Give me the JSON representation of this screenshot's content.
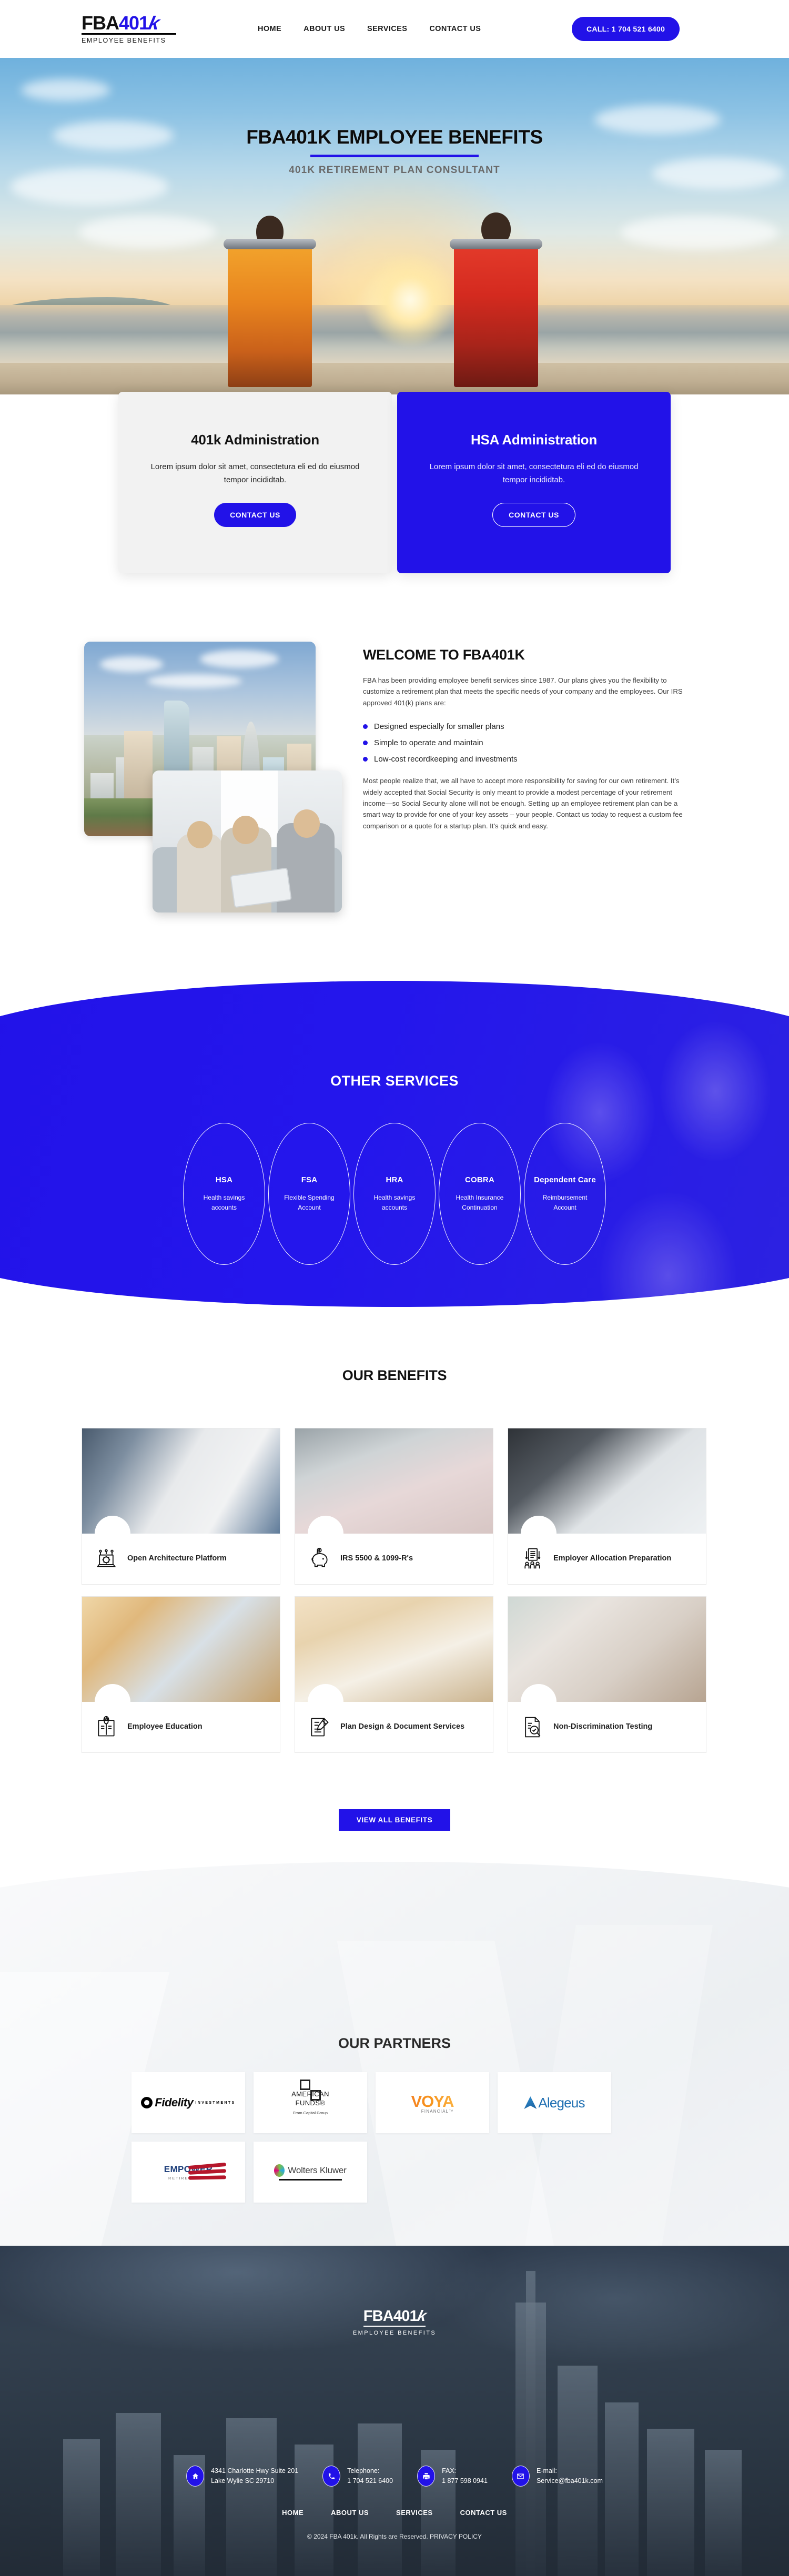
{
  "header": {
    "logo": {
      "fba": "FBA",
      "four01": "401",
      "k": "k",
      "subtitle": "EMPLOYEE BENEFITS"
    },
    "nav": [
      "HOME",
      "ABOUT US",
      "SERVICES",
      "CONTACT US"
    ],
    "call_button": "CALL: 1 704 521 6400"
  },
  "hero": {
    "title": "FBA401K EMPLOYEE BENEFITS",
    "subtitle": "401K RETIREMENT PLAN CONSULTANT"
  },
  "promos": [
    {
      "title": "401k Administration",
      "body": "Lorem ipsum dolor sit amet, consectetura eli ed do eiusmod tempor incididtab.",
      "button": "CONTACT US",
      "style": "light"
    },
    {
      "title": "HSA Administration",
      "body": "Lorem ipsum dolor sit amet, consectetura eli ed do eiusmod tempor incididtab.",
      "button": "CONTACT US",
      "style": "blue"
    }
  ],
  "welcome": {
    "heading": "WELCOME TO FBA401K",
    "paragraph1": "FBA has been providing employee benefit services since 1987. Our plans gives you the flexibility to customize a retirement plan that meets the specific needs of your company and the employees. Our IRS approved 401(k) plans are:",
    "bullets": [
      "Designed especially for smaller plans",
      "Simple to operate and maintain",
      "Low-cost recordkeeping and investments"
    ],
    "paragraph2": "Most people realize that, we all have to accept more responsibility for saving for our own retirement.  It’s widely accepted that Social Security is only meant to provide a modest percentage of your retirement income—so Social Security alone will not be enough. Setting up an employee retirement plan can be a smart way to provide for one of your key assets – your people. Contact us today to request a custom fee comparison or a quote for a startup plan.  It's quick and easy."
  },
  "services": {
    "title": "OTHER SERVICES",
    "items": [
      {
        "title": "HSA",
        "desc": "Health savings accounts"
      },
      {
        "title": "FSA",
        "desc": "Flexible Spending Account"
      },
      {
        "title": "HRA",
        "desc": "Health savings accounts"
      },
      {
        "title": "COBRA",
        "desc": "Health Insurance Continuation"
      },
      {
        "title": "Dependent Care",
        "desc": "Reimbursement Account"
      }
    ]
  },
  "benefits": {
    "title": "OUR BENEFITS",
    "view_all": "VIEW ALL BENEFITS",
    "items": [
      {
        "label": "Open Architecture Platform",
        "icon": "laptop-gear-icon"
      },
      {
        "label": "IRS 5500 & 1099-R's",
        "icon": "piggy-bank-icon"
      },
      {
        "label": "Employer Allocation Preparation",
        "icon": "document-people-icon"
      },
      {
        "label": "Employee Education",
        "icon": "open-book-lightbulb-icon"
      },
      {
        "label": "Plan Design & Document Services",
        "icon": "clipboard-pen-icon"
      },
      {
        "label": "Non-Discrimination Testing",
        "icon": "document-magnifier-icon"
      }
    ]
  },
  "partners": {
    "title": "OUR PARTNERS",
    "items": [
      {
        "name": "Fidelity Investments",
        "word": "Fidelity",
        "sub": "INVESTMENTS"
      },
      {
        "name": "American Funds",
        "line1": "AMERICAN",
        "line2": "FUNDS®",
        "sub": "From Capital Group"
      },
      {
        "name": "Voya Financial",
        "word": "VOYA",
        "sub": "FINANCIAL™"
      },
      {
        "name": "Alegeus",
        "word": "Alegeus"
      },
      {
        "name": "Empower Retirement",
        "word": "EMPOWER",
        "sub": "RETIREMENT™"
      },
      {
        "name": "Wolters Kluwer",
        "word": "Wolters Kluwer"
      }
    ]
  },
  "footer": {
    "logo": {
      "fba": "FBA",
      "four01": "401",
      "k": "k",
      "subtitle": "EMPLOYEE BENEFITS"
    },
    "contacts": [
      {
        "icon": "home-icon",
        "line1": "4341 Charlotte Hwy Suite 201",
        "line2": "Lake Wylie SC 29710"
      },
      {
        "icon": "phone-icon",
        "line1": "Telephone:",
        "line2": "1 704 521 6400"
      },
      {
        "icon": "fax-icon",
        "line1": "FAX:",
        "line2": "1 877 598 0941"
      },
      {
        "icon": "email-icon",
        "line1": "E-mail:",
        "line2": "Service@fba401k.com"
      }
    ],
    "nav": [
      "HOME",
      "ABOUT US",
      "SERVICES",
      "CONTACT US"
    ],
    "copyright": "© 2024 FBA 401k. All Rights are Reserved. PRIVACY POLICY"
  },
  "colors": {
    "brand_blue": "#2212e8",
    "dark_footer": "#2b3744",
    "light_gray": "#f2f2f2"
  }
}
